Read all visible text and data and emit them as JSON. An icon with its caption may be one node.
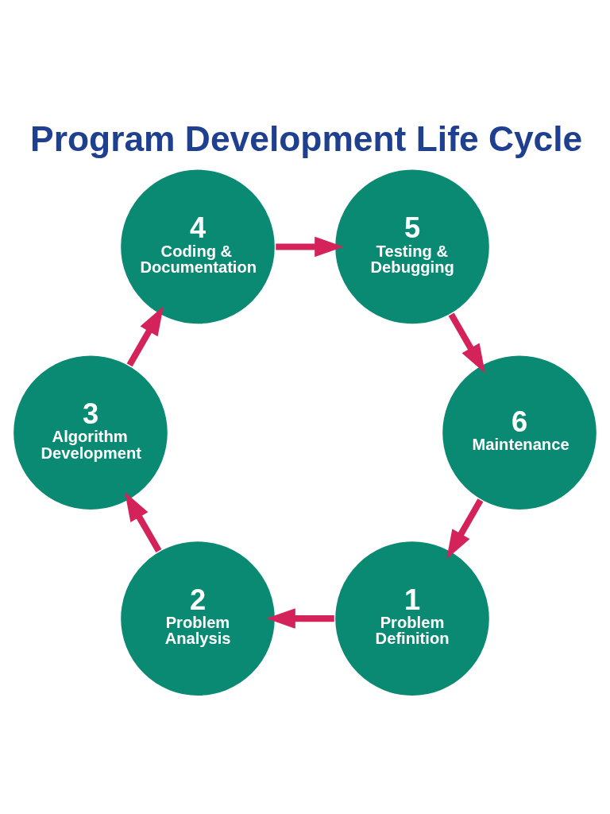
{
  "diagram": {
    "title": "Program Development Life Cycle",
    "nodes": [
      {
        "text": [
          "1",
          "Problem Definition"
        ]
      },
      {
        "text": [
          "2",
          "Problem Analysis"
        ]
      },
      {
        "text": [
          "3",
          "Algorithm Development"
        ]
      },
      {
        "text": [
          "4",
          "Coding & Documentation"
        ]
      },
      {
        "text": [
          "5",
          "Testing & Debugging"
        ]
      },
      {
        "text": [
          "6",
          "Maintenance"
        ]
      }
    ],
    "edges": [
      {
        "from": 0,
        "to": 1,
        "arrow": "to"
      },
      {
        "from": 1,
        "to": 2,
        "arrow": "to"
      },
      {
        "from": 2,
        "to": 3,
        "arrow": "to"
      },
      {
        "from": 3,
        "to": 4,
        "arrow": "to"
      },
      {
        "from": 4,
        "to": 5,
        "arrow": "to"
      },
      {
        "from": 5,
        "to": 0,
        "arrow": "to"
      }
    ]
  }
}
